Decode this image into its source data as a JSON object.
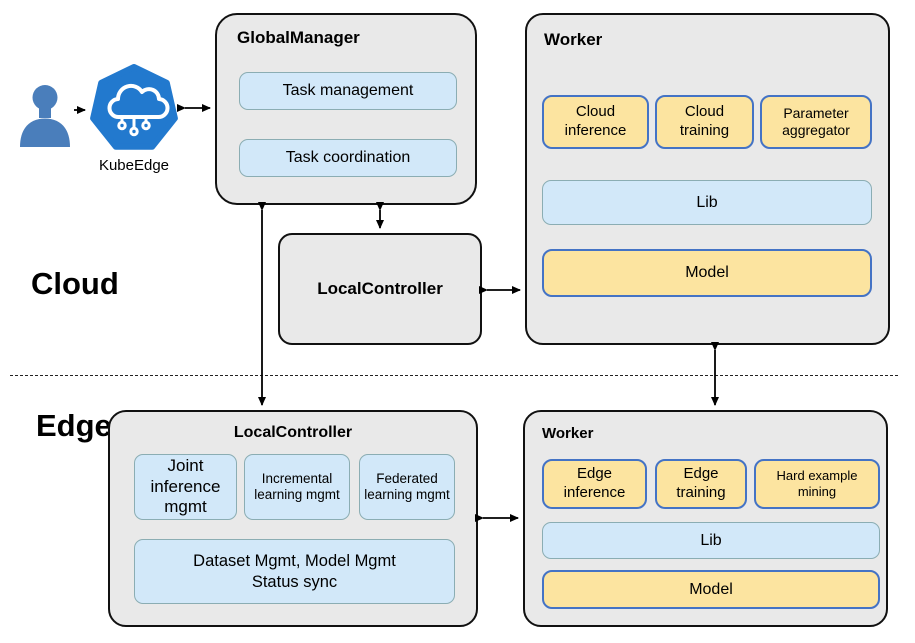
{
  "colors": {
    "container_fill": "#e9e9e9",
    "container_border": "#111111",
    "blue_fill": "#d2e8f9",
    "blue_border": "#8badb3",
    "yellow_fill": "#fce4a0",
    "yellow_border": "#4473c5",
    "kubeedge_blue": "#2279ce",
    "person_blue": "#4a7ebb",
    "arrow_color": "#000000",
    "text_color": "#000000"
  },
  "zones": {
    "cloud_label": "Cloud",
    "edge_label": "Edge"
  },
  "kubeedge": {
    "caption": "KubeEdge"
  },
  "global_manager": {
    "title": "GlobalManager",
    "items": [
      "Task management",
      "Task coordination"
    ]
  },
  "cloud_local_controller": {
    "title": "LocalController"
  },
  "cloud_worker": {
    "title": "Worker",
    "modules": [
      "Cloud inference",
      "Cloud training",
      "Parameter aggregator"
    ],
    "lib_label": "Lib",
    "model_label": "Model"
  },
  "edge_local_controller": {
    "title": "LocalController",
    "modules": [
      "Joint inference mgmt",
      "Incremental learning mgmt",
      "Federated learning mgmt"
    ],
    "dataset_box": {
      "line1": "Dataset Mgmt, Model Mgmt",
      "line2": "Status sync"
    }
  },
  "edge_worker": {
    "title": "Worker",
    "modules": [
      "Edge inference",
      "Edge training",
      "Hard example mining"
    ],
    "lib_label": "Lib",
    "model_label": "Model"
  }
}
